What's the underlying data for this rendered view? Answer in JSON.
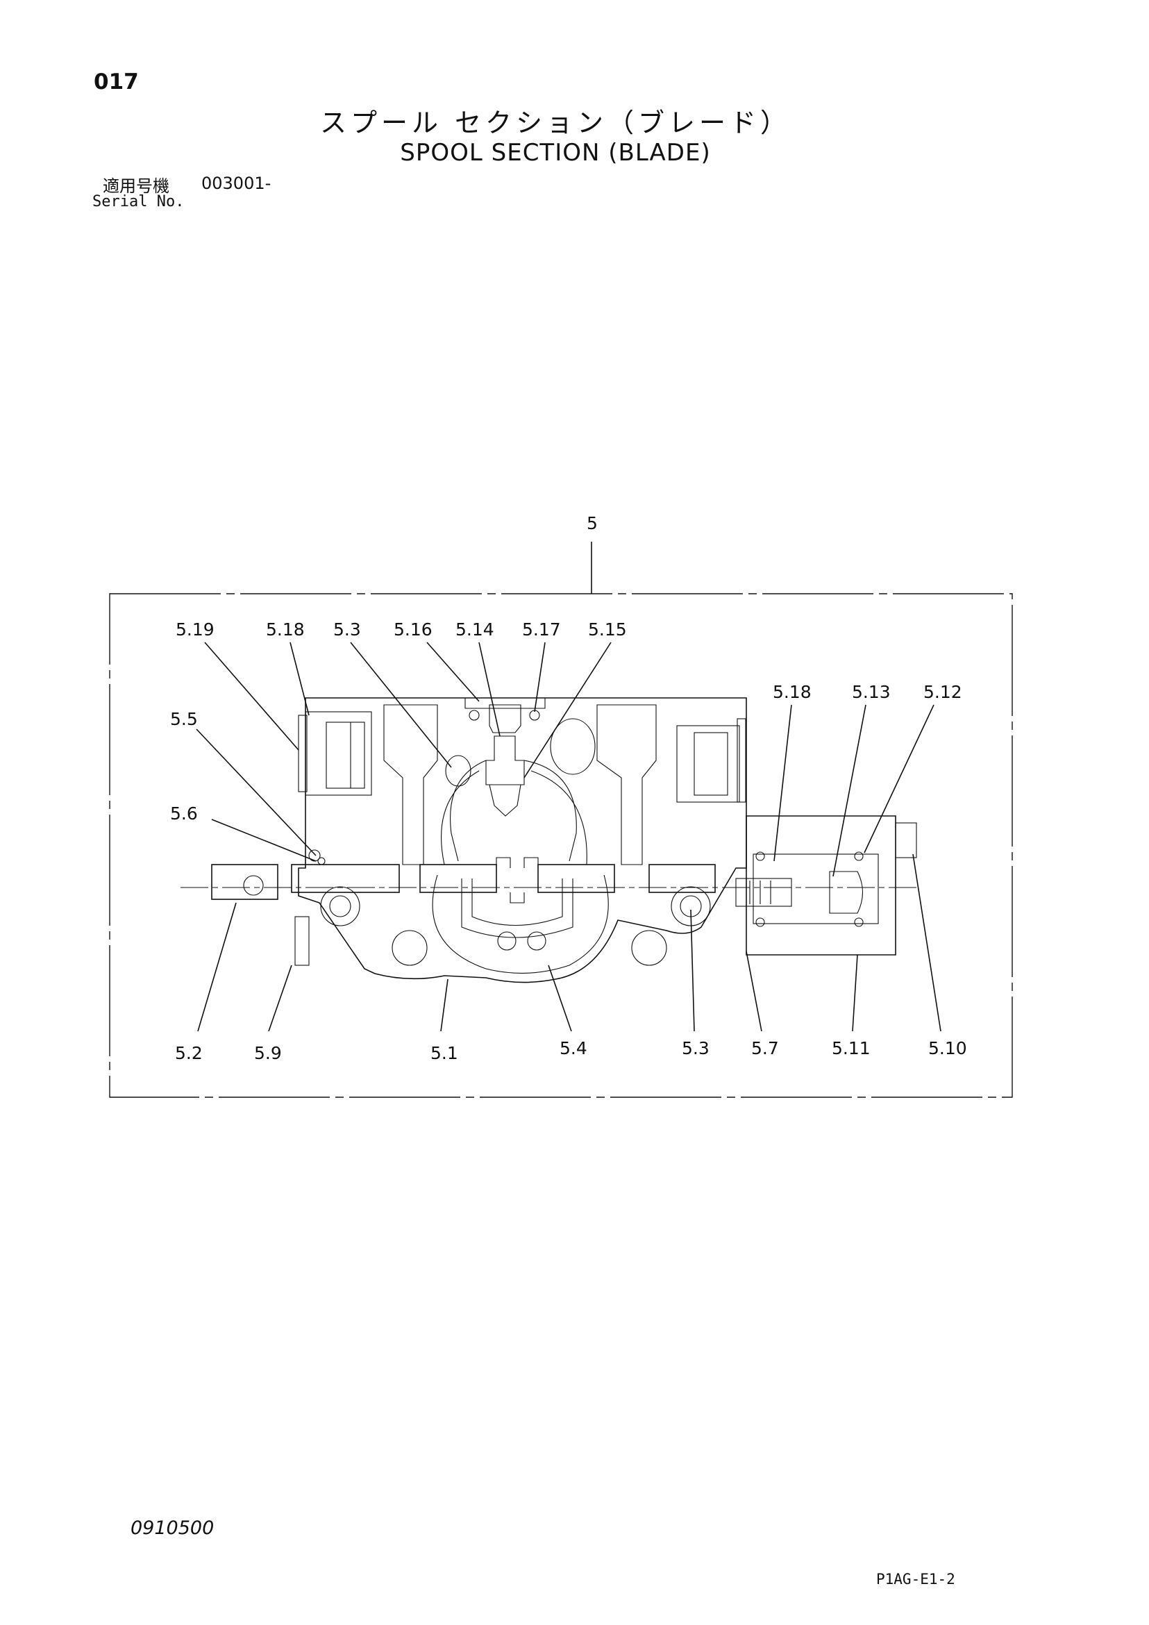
{
  "header": {
    "page_number": "017",
    "title_ja": "スプール セクション（ブレード）",
    "title_en": "SPOOL SECTION (BLADE)",
    "serial_label_ja": "適用号機",
    "serial_value": "003001-",
    "serial_label_en": "Serial No."
  },
  "diagram": {
    "assembly_label": "5",
    "callouts": [
      {
        "id": "c-5-19",
        "label": "5.19"
      },
      {
        "id": "c-5-18a",
        "label": "5.18"
      },
      {
        "id": "c-5-3a",
        "label": "5.3"
      },
      {
        "id": "c-5-16",
        "label": "5.16"
      },
      {
        "id": "c-5-14",
        "label": "5.14"
      },
      {
        "id": "c-5-17",
        "label": "5.17"
      },
      {
        "id": "c-5-15",
        "label": "5.15"
      },
      {
        "id": "c-5-18b",
        "label": "5.18"
      },
      {
        "id": "c-5-13",
        "label": "5.13"
      },
      {
        "id": "c-5-12",
        "label": "5.12"
      },
      {
        "id": "c-5-5",
        "label": "5.5"
      },
      {
        "id": "c-5-6",
        "label": "5.6"
      },
      {
        "id": "c-5-2",
        "label": "5.2"
      },
      {
        "id": "c-5-9",
        "label": "5.9"
      },
      {
        "id": "c-5-1",
        "label": "5.1"
      },
      {
        "id": "c-5-4",
        "label": "5.4"
      },
      {
        "id": "c-5-3b",
        "label": "5.3"
      },
      {
        "id": "c-5-7",
        "label": "5.7"
      },
      {
        "id": "c-5-11",
        "label": "5.11"
      },
      {
        "id": "c-5-10",
        "label": "5.10"
      }
    ]
  },
  "footer": {
    "doc_code": "0910500",
    "page_code": "P1AG-E1-2"
  }
}
